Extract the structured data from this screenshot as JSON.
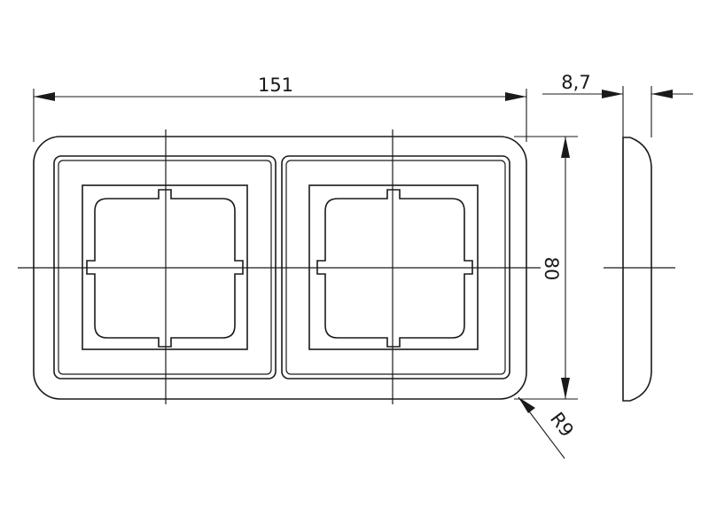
{
  "dimensions": {
    "width_label": "151",
    "depth_label": "8,7",
    "height_label": "80",
    "radius_label": "R9"
  }
}
